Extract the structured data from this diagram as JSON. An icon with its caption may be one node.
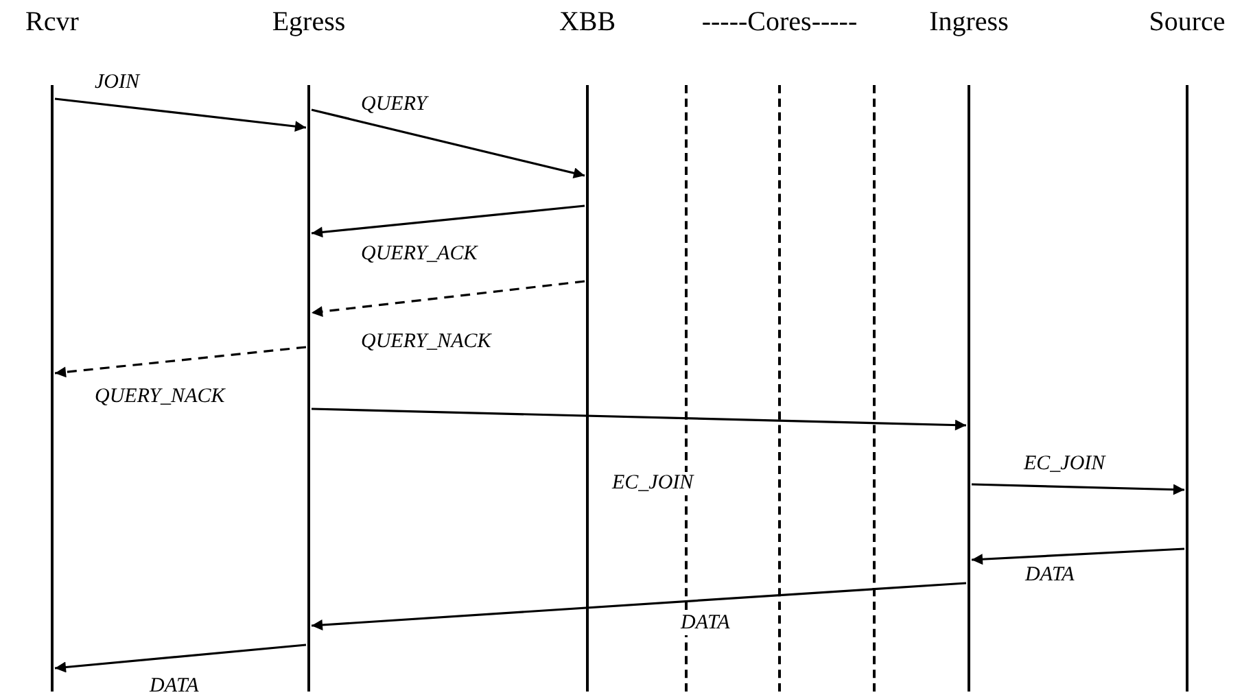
{
  "diagram": {
    "nodes": [
      {
        "text": [
          "Rcvr"
        ]
      },
      {
        "text": [
          "Egress"
        ]
      },
      {
        "text": [
          "XBB"
        ]
      },
      {
        "text": [
          "-----Cores-----"
        ]
      },
      {
        "text": [
          "Ingress"
        ]
      },
      {
        "text": [
          "Source"
        ]
      }
    ],
    "edges": [
      {
        "from": 0,
        "to": 1,
        "arrow": "to",
        "label": "JOIN"
      },
      {
        "from": 1,
        "to": 2,
        "arrow": "to",
        "label": "QUERY"
      },
      {
        "from": 2,
        "to": 1,
        "arrow": "to",
        "label": "QUERY_ACK"
      },
      {
        "from": 2,
        "to": 1,
        "arrow": "to",
        "label": "QUERY_NACK",
        "style": "dashed"
      },
      {
        "from": 1,
        "to": 0,
        "arrow": "to",
        "label": "QUERY_NACK",
        "style": "dashed"
      },
      {
        "from": 1,
        "to": 4,
        "arrow": "to",
        "label": "EC_JOIN"
      },
      {
        "from": 4,
        "to": 5,
        "arrow": "to",
        "label": "EC_JOIN"
      },
      {
        "from": 5,
        "to": 4,
        "arrow": "to",
        "label": "DATA"
      },
      {
        "from": 4,
        "to": 1,
        "arrow": "to",
        "label": "DATA"
      },
      {
        "from": 1,
        "to": 0,
        "arrow": "to",
        "label": "DATA"
      }
    ]
  }
}
